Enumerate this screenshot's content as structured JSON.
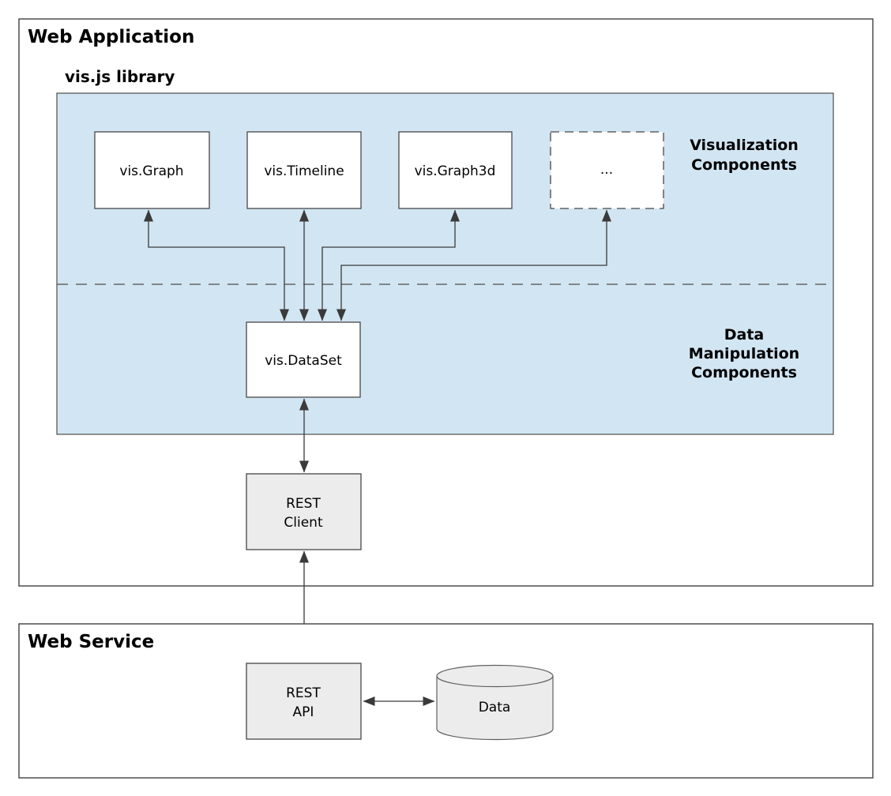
{
  "colors": {
    "container-border": "#4d4d4d",
    "library-fill": "#d2e5f2",
    "node-border": "#474747",
    "node-fill-white": "#ffffff",
    "node-fill-gray": "#ececec",
    "cylinder-border": "#606060",
    "arrow-color": "#3a3a3a",
    "text-color": "#000000"
  },
  "containers": {
    "web_application": {
      "title": "Web Application"
    },
    "library": {
      "title": "vis.js library"
    },
    "web_service": {
      "title": "Web Service"
    }
  },
  "sections": {
    "visualization": {
      "line1": "Visualization",
      "line2": "Components"
    },
    "data_manipulation": {
      "line1": "Data",
      "line2": "Manipulation",
      "line3": "Components"
    }
  },
  "nodes": {
    "vis_graph": {
      "label": "vis.Graph"
    },
    "vis_timeline": {
      "label": "vis.Timeline"
    },
    "vis_graph3d": {
      "label": "vis.Graph3d"
    },
    "more": {
      "label": "..."
    },
    "vis_dataset": {
      "label": "vis.DataSet"
    },
    "rest_client": {
      "line1": "REST",
      "line2": "Client"
    },
    "rest_api": {
      "line1": "REST",
      "line2": "API"
    },
    "data_store": {
      "label": "Data"
    }
  }
}
